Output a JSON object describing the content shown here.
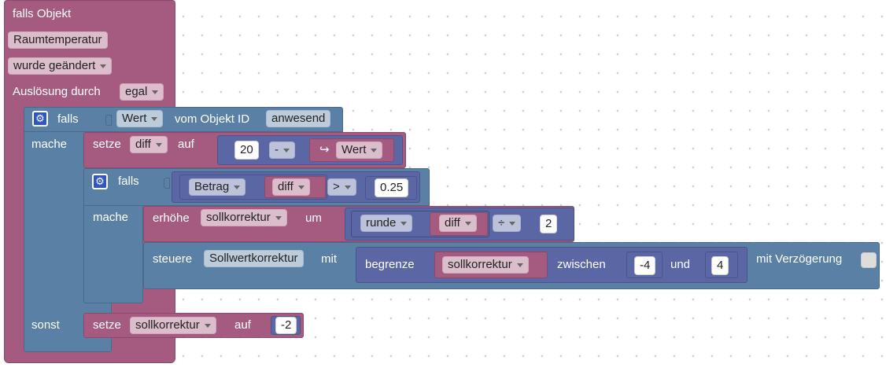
{
  "event": {
    "title": "falls Objekt",
    "object": "Raumtemperatur",
    "trigger": "wurde geändert",
    "ack_label": "Auslösung durch",
    "ack_value": "egal"
  },
  "if_outer": {
    "if_label": "falls",
    "do_label": "mache",
    "else_label": "sonst",
    "condition": {
      "attr": "Wert",
      "from_label": "vom Objekt ID",
      "object_id": "anwesend"
    }
  },
  "set_diff": {
    "set_label": "setze",
    "var": "diff",
    "to_label": "auf",
    "left_value": "20",
    "operator": "-",
    "right_icon": "↪",
    "right_value": "Wert"
  },
  "if_inner": {
    "if_label": "falls",
    "do_label": "mache",
    "func": "Betrag",
    "var": "diff",
    "compare_op": ">",
    "threshold": "0.25"
  },
  "increase": {
    "label": "erhöhe",
    "var": "sollkorrektur",
    "by_label": "um",
    "round_func": "runde",
    "round_var": "diff",
    "divide_op": "÷",
    "divisor": "2"
  },
  "control": {
    "label": "steuere",
    "target": "Sollwertkorrektur",
    "with_label": "mit",
    "constrain_label": "begrenze",
    "constrain_var": "sollkorrektur",
    "between_label": "zwischen",
    "low": "-4",
    "and_label": "und",
    "high": "4",
    "delay_label": "mit Verzögerung"
  },
  "else_set": {
    "set_label": "setze",
    "var": "sollkorrektur",
    "to_label": "auf",
    "value": "-2"
  },
  "colors": {
    "event_block": "#a55b80",
    "control_block": "#5b80a5",
    "math_block": "#5b67a5",
    "gear_icon": "#2e56c9"
  }
}
